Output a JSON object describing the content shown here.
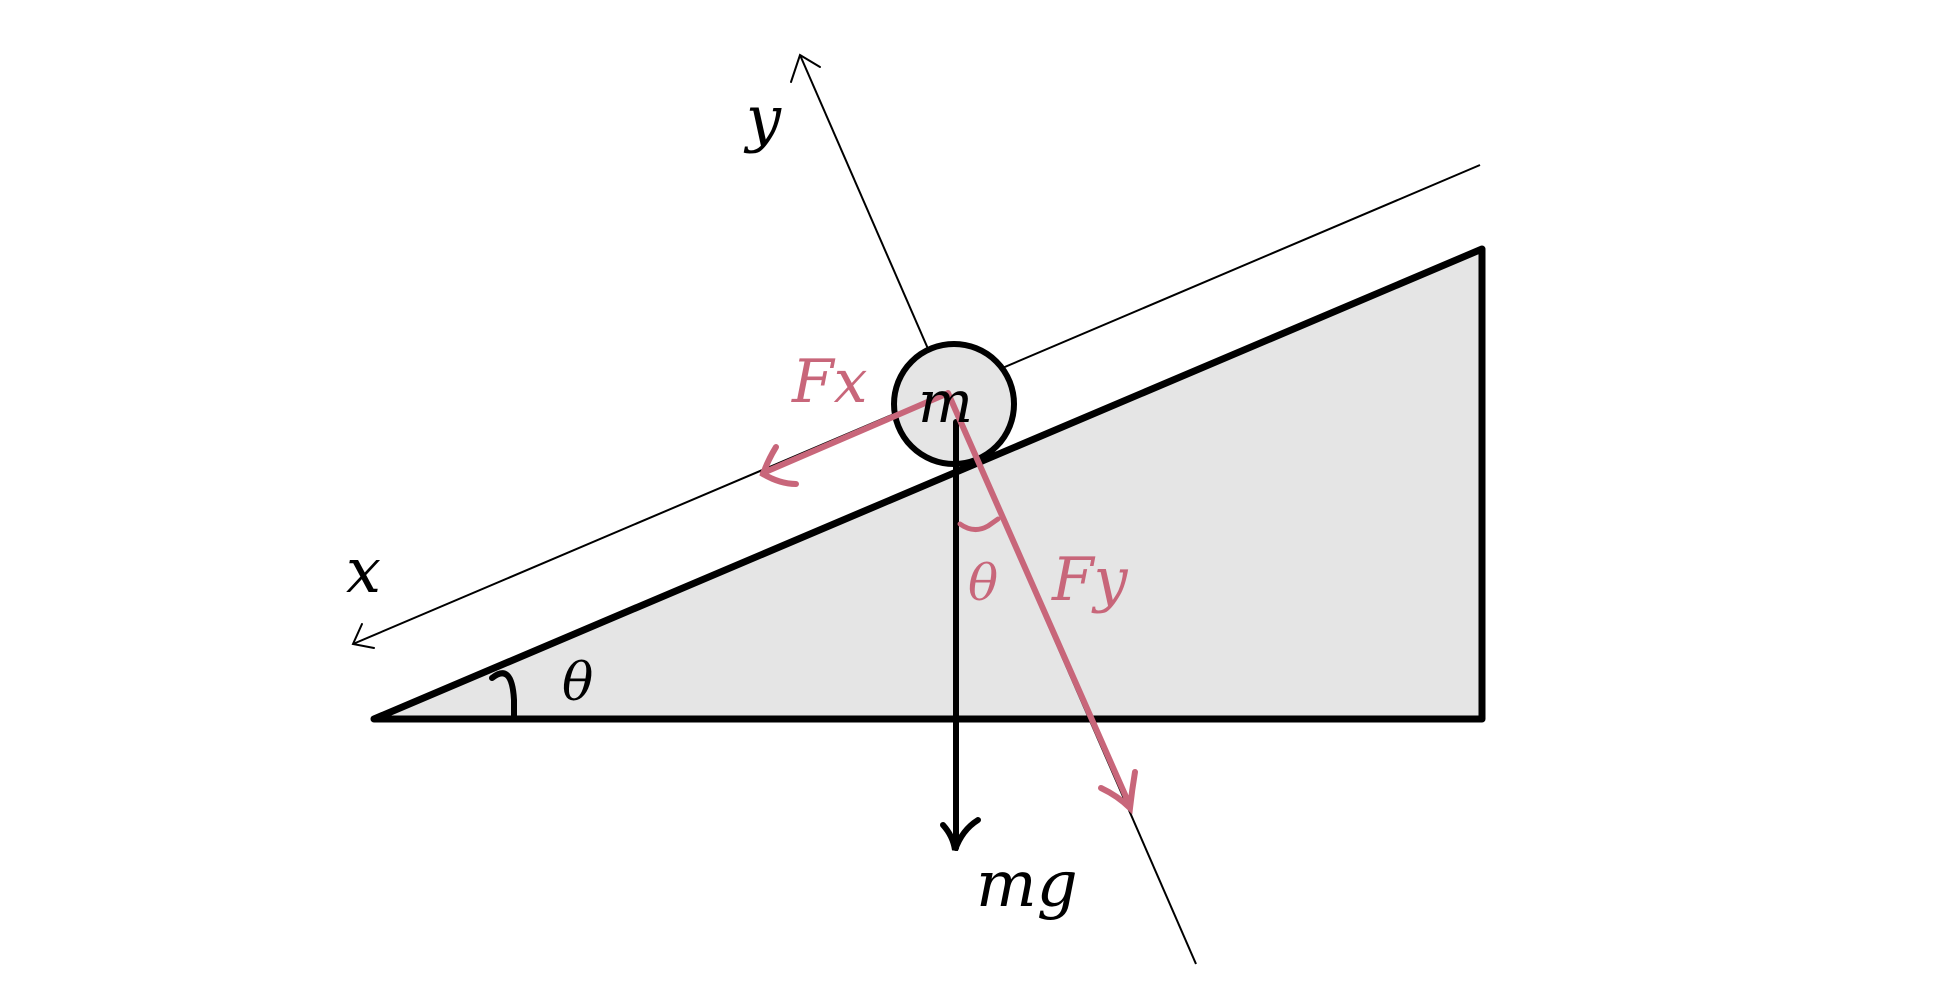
{
  "colors": {
    "background": "#ffffff",
    "ink": "#000000",
    "force": "#c8667a",
    "incline_fill": "#e5e5e5",
    "block_fill": "#e5e5e5"
  },
  "labels": {
    "y_axis": "y",
    "x_axis": "x",
    "mass": "m",
    "gravity": "mg",
    "force_x": "Fx",
    "force_y": "Fy",
    "incline_angle": "θ",
    "force_angle": "θ"
  }
}
